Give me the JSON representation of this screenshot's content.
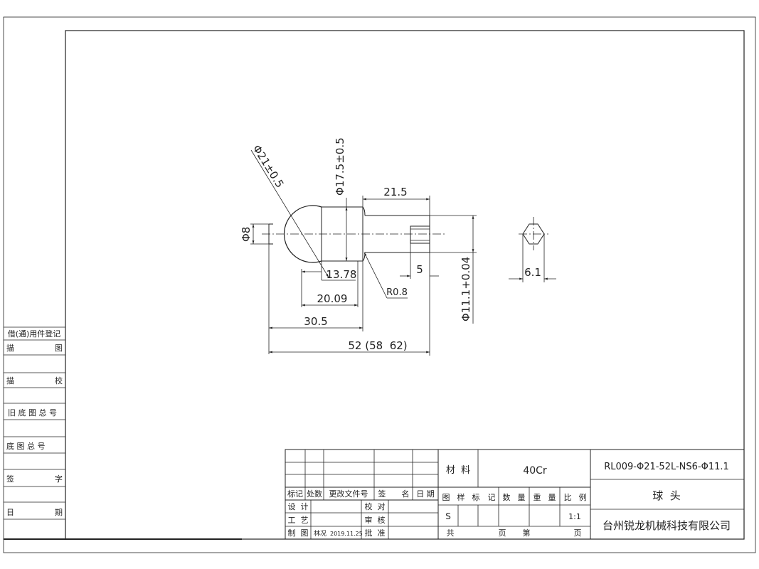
{
  "dimensions": {
    "ball_diameter": "Φ21±0.5",
    "neck_diameter": "Φ17.5±0.5",
    "length_21_5": "21.5",
    "pin_diameter": "Φ8",
    "len_13_78": "13.78",
    "len_20_09": "20.09",
    "len_30_5": "30.5",
    "total_length": "52 (58  62)",
    "len_5": "5",
    "radius": "R0.8",
    "shaft_diameter": "Φ11.1+0.04",
    "hex_size": "6.1"
  },
  "left_column": {
    "title": "借(通)用件登记",
    "rows": [
      {
        "a": "描",
        "b": "图"
      },
      {
        "a": "描",
        "b": "校"
      },
      {
        "a": "旧 底 图 总 号",
        "b": ""
      },
      {
        "a": "底  图  总  号",
        "b": ""
      },
      {
        "a": "签",
        "b": "字"
      },
      {
        "a": "日",
        "b": "期"
      }
    ]
  },
  "title_block": {
    "rev_headers": [
      "标记",
      "处数",
      "更改文件号",
      "签",
      "名",
      "日 期"
    ],
    "design": "设  计",
    "process": "工  艺",
    "drafting": "制  图",
    "drafter": "林况",
    "date": "2019.11.25",
    "check": "校  对",
    "review": "审  核",
    "approve": "批  准",
    "material_label": "材  料",
    "material": "40Cr",
    "code": "RL009-Φ21-52L-NS6-Φ11.1",
    "part_name": "球  头",
    "company": "台州锐龙机械科技有限公司",
    "stage_headers": [
      "图",
      "样",
      "标",
      "记",
      "数",
      "量",
      "重",
      "量",
      "比",
      "例"
    ],
    "stage_mark": "S",
    "scale": "1:1",
    "sheets_total_label": "共",
    "page_label": "页",
    "sheet_no_label": "第",
    "page_label2": "页"
  }
}
